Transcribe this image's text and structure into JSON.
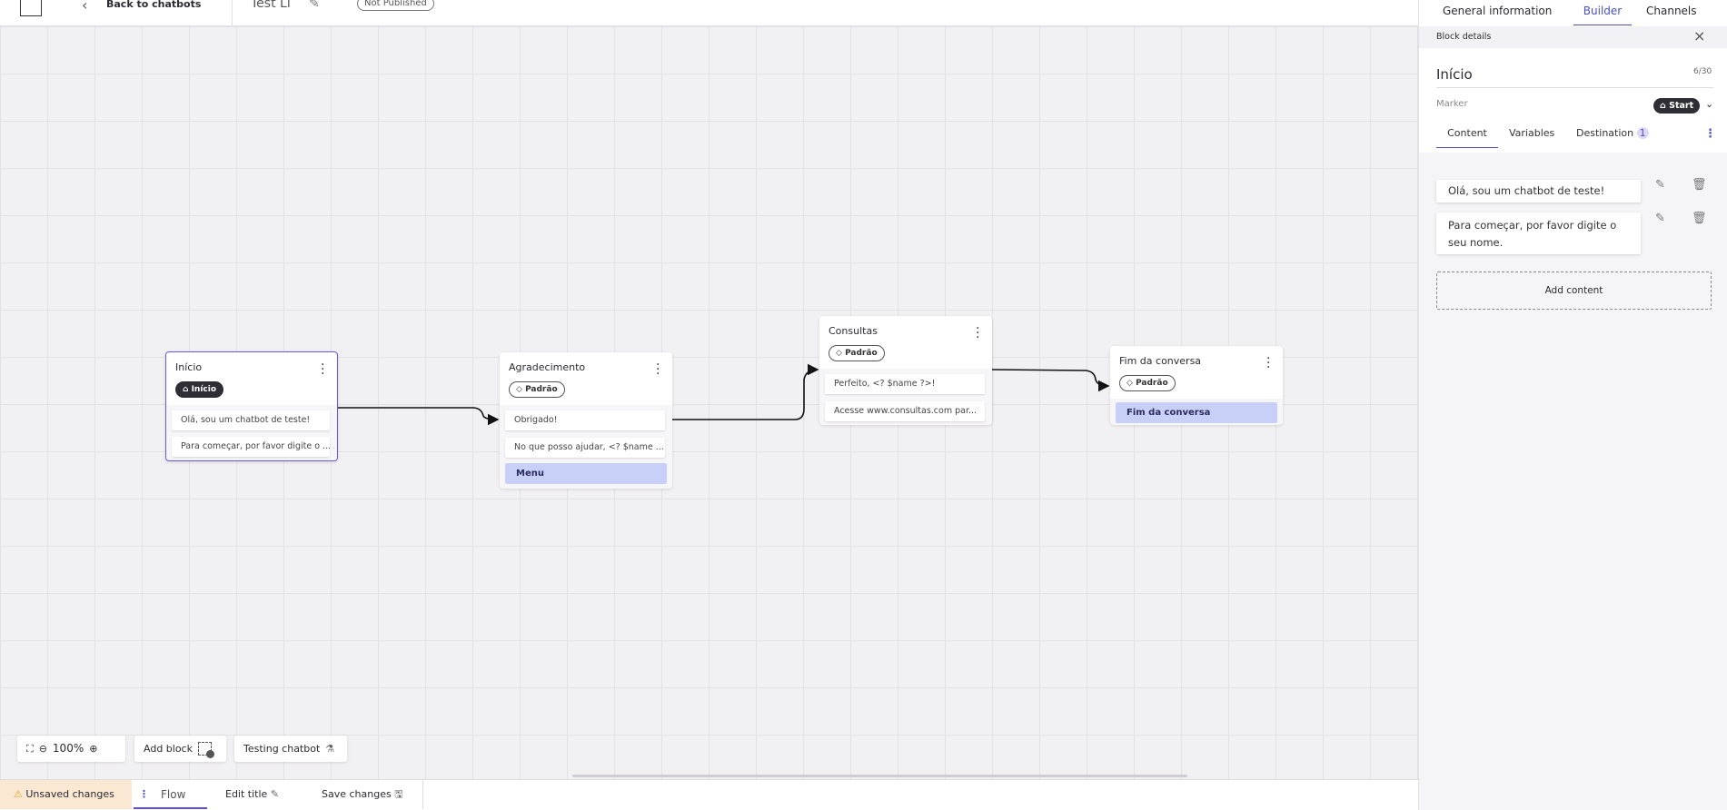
{
  "header": {
    "back_label": "Back to chatbots",
    "chatbot_title": "Test Li",
    "status_badge": "Not Published"
  },
  "panel_tabs": [
    {
      "label": "General information"
    },
    {
      "label": "Builder",
      "active": true
    },
    {
      "label": "Channels"
    }
  ],
  "block_details": {
    "header": "Block details",
    "title": "Início",
    "char_count": "6/30",
    "marker_label": "Marker",
    "marker_value": "Start",
    "tabs": [
      {
        "label": "Content",
        "active": true
      },
      {
        "label": "Variables"
      },
      {
        "label": "Destination",
        "badge": "1"
      }
    ],
    "contents": [
      "Olá, sou um chatbot de teste!",
      "Para começar, por favor digite o seu nome."
    ],
    "add_content": "Add content"
  },
  "nodes": [
    {
      "title": "Início",
      "tag": "Início",
      "tag_icon": "home-icon",
      "messages": [
        "Olá, sou um chatbot de teste!",
        "Para começar, por favor digite o ..."
      ],
      "selected": true
    },
    {
      "title": "Agradecimento",
      "tag": "Padrão",
      "tag_icon": "tag-icon",
      "messages": [
        "Obrigado!",
        "No que posso ajudar, <? $name ..."
      ],
      "option": "Menu"
    },
    {
      "title": "Consultas",
      "tag": "Padrão",
      "tag_icon": "tag-icon",
      "messages": [
        "Perfeito, <? $name ?>!",
        "Acesse www.consultas.com par..."
      ]
    },
    {
      "title": "Fim da conversa",
      "tag": "Padrão",
      "tag_icon": "tag-icon",
      "option": "Fim da conversa"
    }
  ],
  "toolbar": {
    "zoom": "100%",
    "add_block": "Add block",
    "testing": "Testing chatbot"
  },
  "bottom": {
    "unsaved": "Unsaved changes",
    "flow": "Flow",
    "edit_title": "Edit title",
    "save": "Save changes"
  },
  "colors": {
    "accent": "#4b4fc4",
    "selected_border": "#6a5ce0",
    "option_bg": "#c8d0f8",
    "warning_bg": "#fbe8d3"
  }
}
